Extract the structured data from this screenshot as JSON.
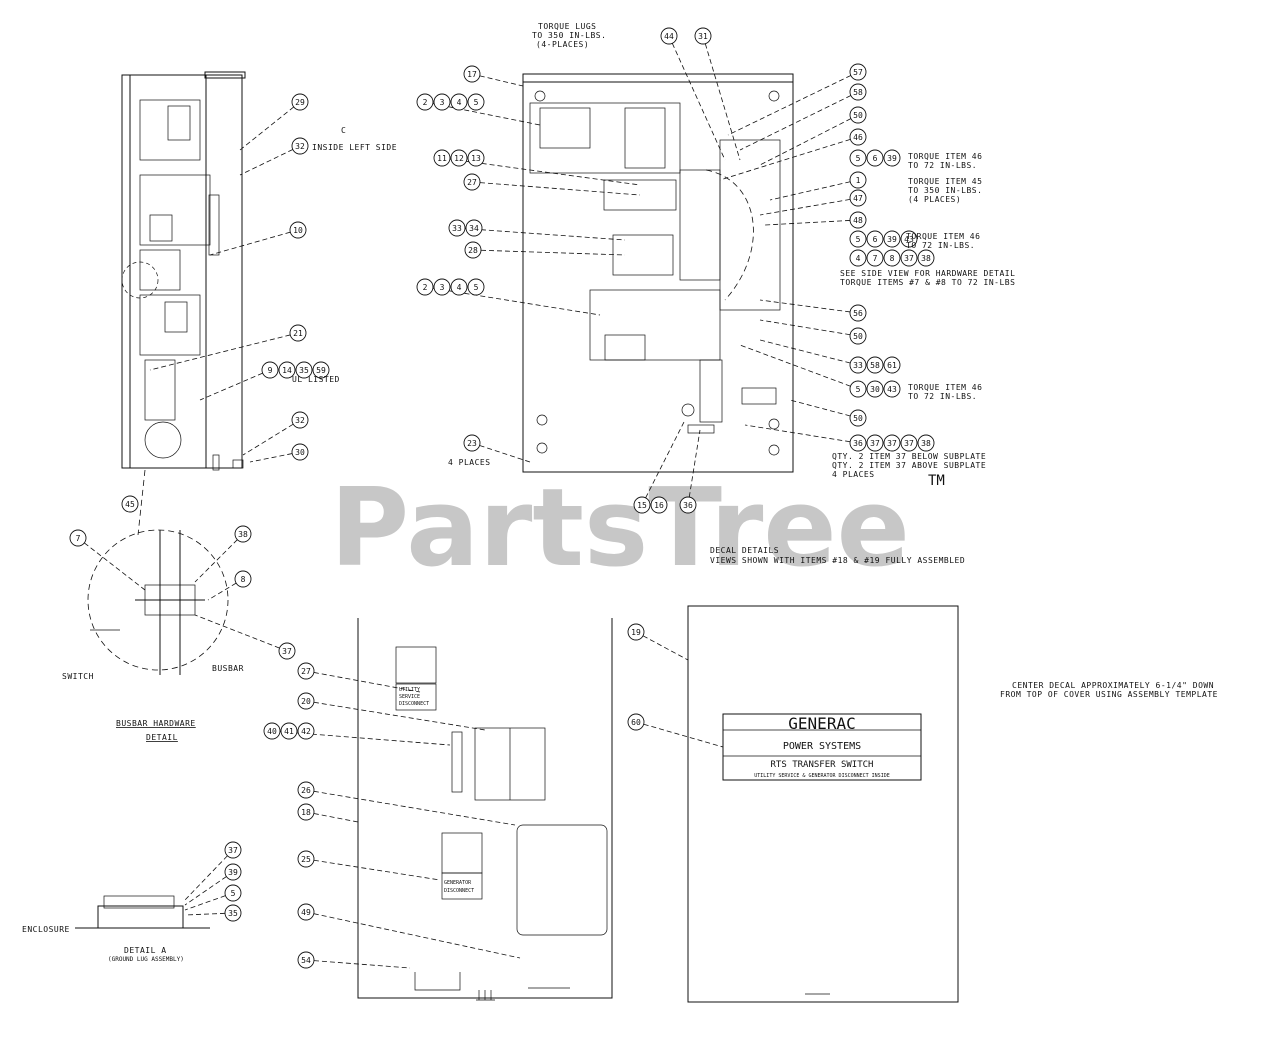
{
  "watermark": {
    "text": "PartsTree",
    "tm": "TM"
  },
  "notes": {
    "torque_lugs": [
      "TORQUE LUGS",
      "TO 350 IN-LBS.",
      "(4-PLACES)"
    ],
    "inside_left": [
      "C",
      "INSIDE LEFT SIDE"
    ],
    "torque_46_a": [
      "TORQUE ITEM 46",
      "TO 72 IN-LBS."
    ],
    "torque_45": [
      "TORQUE ITEM 45",
      "TO 350 IN-LBS.",
      "(4 PLACES)"
    ],
    "torque_46_b": [
      "TORQUE ITEM 46",
      "TO 72 IN-LBS."
    ],
    "side_view": [
      "SEE SIDE VIEW FOR HARDWARE DETAIL",
      "TORQUE ITEMS #7 & #8 TO 72 IN-LBS"
    ],
    "torque_46_c": [
      "TORQUE ITEM 46",
      "TO 72 IN-LBS."
    ],
    "qty": [
      "QTY. 2 ITEM 37 BELOW SUBPLATE",
      "QTY. 2 ITEM 37 ABOVE SUBPLATE",
      "4 PLACES"
    ],
    "places": "4 PLACES",
    "ul_listed": "UL LISTED",
    "decal_details": [
      "DECAL DETAILS",
      "VIEWS SHOWN WITH ITEMS #18 & #19 FULLY ASSEMBLED"
    ],
    "center_decal": [
      "CENTER DECAL APPROXIMATELY 6-1/4\" DOWN",
      "FROM TOP OF COVER USING ASSEMBLY TEMPLATE"
    ],
    "busbar_title": [
      "BUSBAR HARDWARE",
      "DETAIL"
    ],
    "switch": "SWITCH",
    "busbar": "BUSBAR",
    "enclosure": "ENCLOSURE",
    "detail_a": [
      "DETAIL A",
      "(GROUND LUG ASSEMBLY)"
    ],
    "decal_utility": [
      "UTILITY",
      "SERVICE",
      "DISCONNECT"
    ],
    "decal_generator": [
      "GENERATOR",
      "DISCONNECT"
    ]
  },
  "nameplate": {
    "brand": "GENERAC",
    "line1": "POWER SYSTEMS",
    "line2": "RTS TRANSFER SWITCH",
    "line3": "UTILITY SERVICE & GENERATOR DISCONNECT INSIDE"
  },
  "callouts": [
    {
      "label": "17"
    },
    {
      "label": "29"
    },
    {
      "label": "32"
    },
    {
      "label": "10"
    },
    {
      "label": "21"
    },
    {
      "label": "9"
    },
    {
      "label": "14"
    },
    {
      "label": "35"
    },
    {
      "label": "59"
    },
    {
      "label": "32"
    },
    {
      "label": "30"
    },
    {
      "label": "45"
    },
    {
      "label": "2"
    },
    {
      "label": "3"
    },
    {
      "label": "4"
    },
    {
      "label": "5"
    },
    {
      "label": "11"
    },
    {
      "label": "12"
    },
    {
      "label": "13"
    },
    {
      "label": "27"
    },
    {
      "label": "33"
    },
    {
      "label": "34"
    },
    {
      "label": "28"
    },
    {
      "label": "2"
    },
    {
      "label": "3"
    },
    {
      "label": "4"
    },
    {
      "label": "5"
    },
    {
      "label": "44"
    },
    {
      "label": "31"
    },
    {
      "label": "57"
    },
    {
      "label": "58"
    },
    {
      "label": "50"
    },
    {
      "label": "46"
    },
    {
      "label": "5"
    },
    {
      "label": "6"
    },
    {
      "label": "39"
    },
    {
      "label": "1"
    },
    {
      "label": "47"
    },
    {
      "label": "48"
    },
    {
      "label": "5"
    },
    {
      "label": "6"
    },
    {
      "label": "39"
    },
    {
      "label": "43"
    },
    {
      "label": "4"
    },
    {
      "label": "7"
    },
    {
      "label": "8"
    },
    {
      "label": "37"
    },
    {
      "label": "38"
    },
    {
      "label": "56"
    },
    {
      "label": "50"
    },
    {
      "label": "33"
    },
    {
      "label": "58"
    },
    {
      "label": "61"
    },
    {
      "label": "5"
    },
    {
      "label": "30"
    },
    {
      "label": "43"
    },
    {
      "label": "50"
    },
    {
      "label": "36"
    },
    {
      "label": "37"
    },
    {
      "label": "37"
    },
    {
      "label": "37"
    },
    {
      "label": "38"
    },
    {
      "label": "23"
    },
    {
      "label": "15"
    },
    {
      "label": "16"
    },
    {
      "label": "36"
    },
    {
      "label": "7"
    },
    {
      "label": "38"
    },
    {
      "label": "8"
    },
    {
      "label": "37"
    },
    {
      "label": "27"
    },
    {
      "label": "20"
    },
    {
      "label": "40"
    },
    {
      "label": "41"
    },
    {
      "label": "42"
    },
    {
      "label": "26"
    },
    {
      "label": "18"
    },
    {
      "label": "25"
    },
    {
      "label": "49"
    },
    {
      "label": "54"
    },
    {
      "label": "19"
    },
    {
      "label": "60"
    },
    {
      "label": "37"
    },
    {
      "label": "39"
    },
    {
      "label": "5"
    },
    {
      "label": "35"
    }
  ]
}
